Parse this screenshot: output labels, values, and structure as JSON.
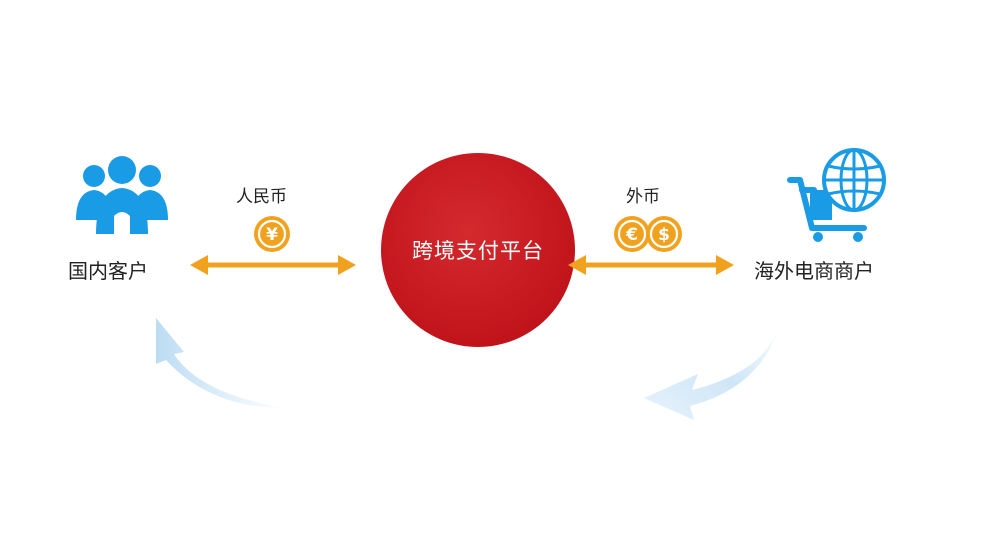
{
  "left_node": {
    "label": "国内客户",
    "icon": "people-icon"
  },
  "center_node": {
    "label": "跨境支付平台"
  },
  "right_node": {
    "label": "海外电商商户",
    "icon": "globe-cart-icon"
  },
  "left_currency": {
    "label": "人民币",
    "symbol": "¥",
    "icon": "yuan-coin-icon"
  },
  "right_currency": {
    "label": "外币",
    "symbols": [
      "€",
      "$"
    ],
    "icon": "euro-dollar-coins-icon"
  },
  "colors": {
    "blue": "#1a9be6",
    "orange": "#f0a21f",
    "red": "#c1141b",
    "light_blue": "#cfe6f7"
  }
}
